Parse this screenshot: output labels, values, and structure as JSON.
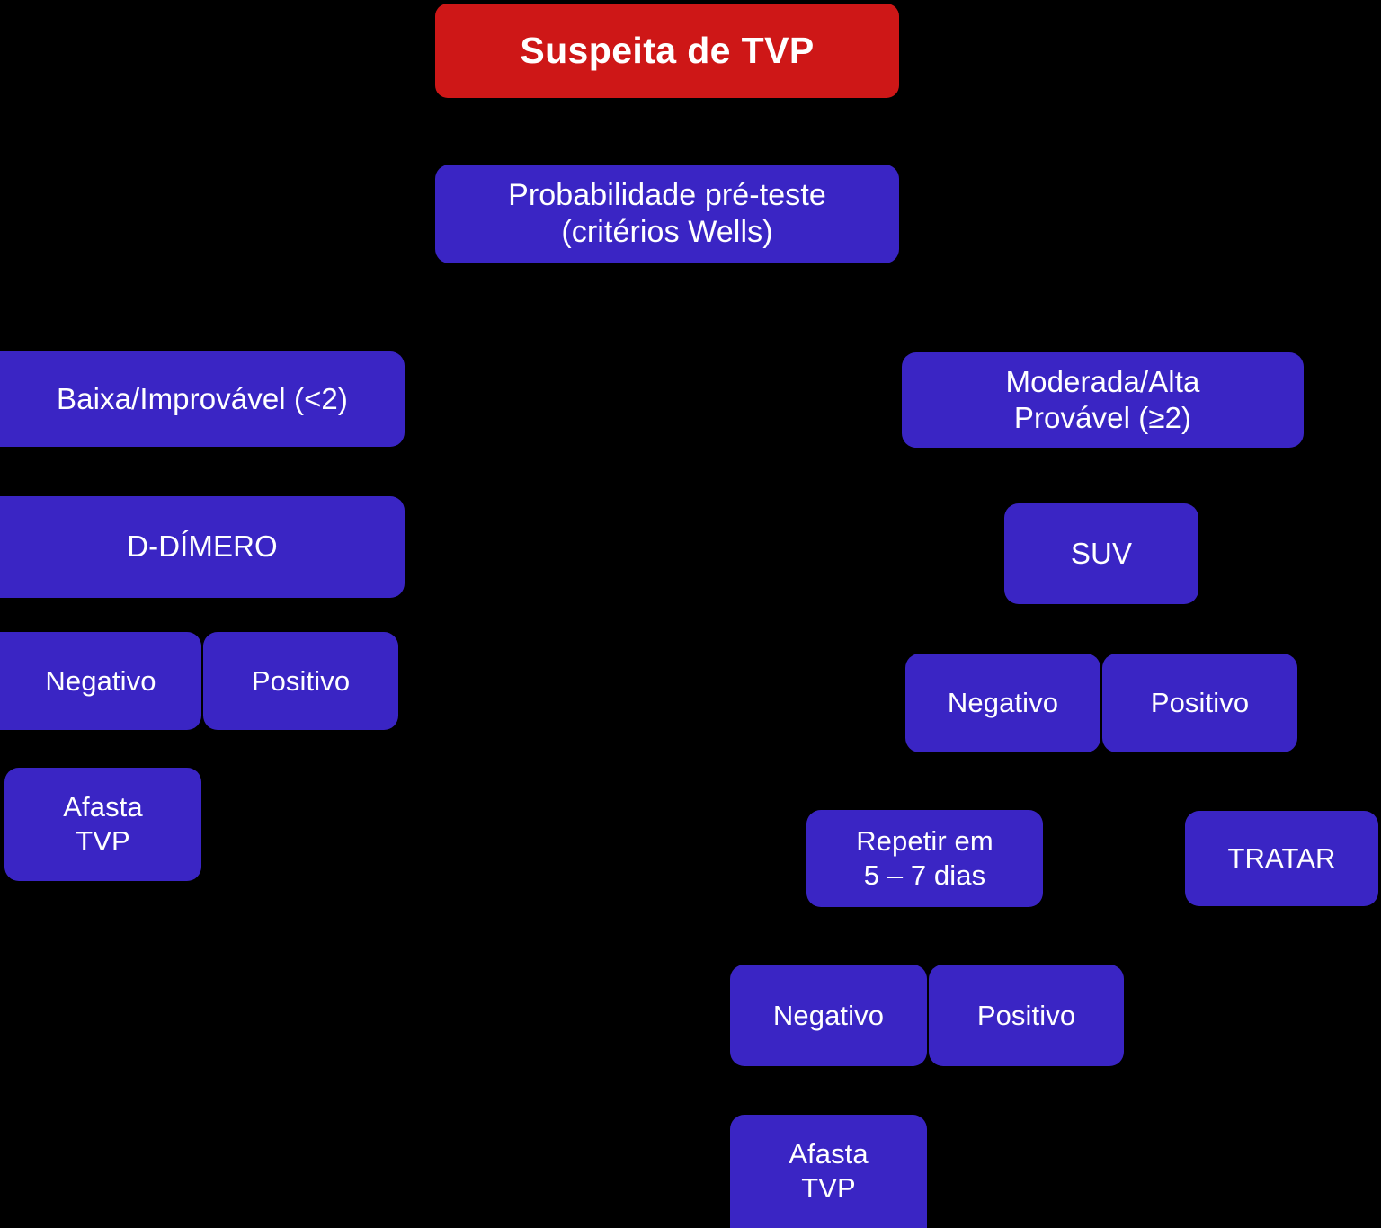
{
  "flowchart": {
    "title": "Suspeita de TVP",
    "background_color": "#000000",
    "root_color": "#ce1717",
    "node_color": "#3a25c4",
    "text_color": "#ffffff",
    "nodes": {
      "root": "Suspeita de TVP",
      "pretest": "Probabilidade pré-teste\n(critérios Wells)",
      "low_branch": "Baixa/Improvável (<2)",
      "high_branch": "Moderada/Alta\nProvável (≥2)",
      "ddimero": "D-DÍMERO",
      "suv": "SUV",
      "ddimero_negative": "Negativo",
      "ddimero_positive": "Positivo",
      "ddimero_negative_result": "Afasta\nTVP",
      "suv_negative": "Negativo",
      "suv_positive": "Positivo",
      "repeat": "Repetir em\n5 – 7 dias",
      "treat": "TRATAR",
      "repeat_negative": "Negativo",
      "repeat_positive": "Positivo",
      "repeat_negative_result": "Afasta\nTVP"
    }
  }
}
